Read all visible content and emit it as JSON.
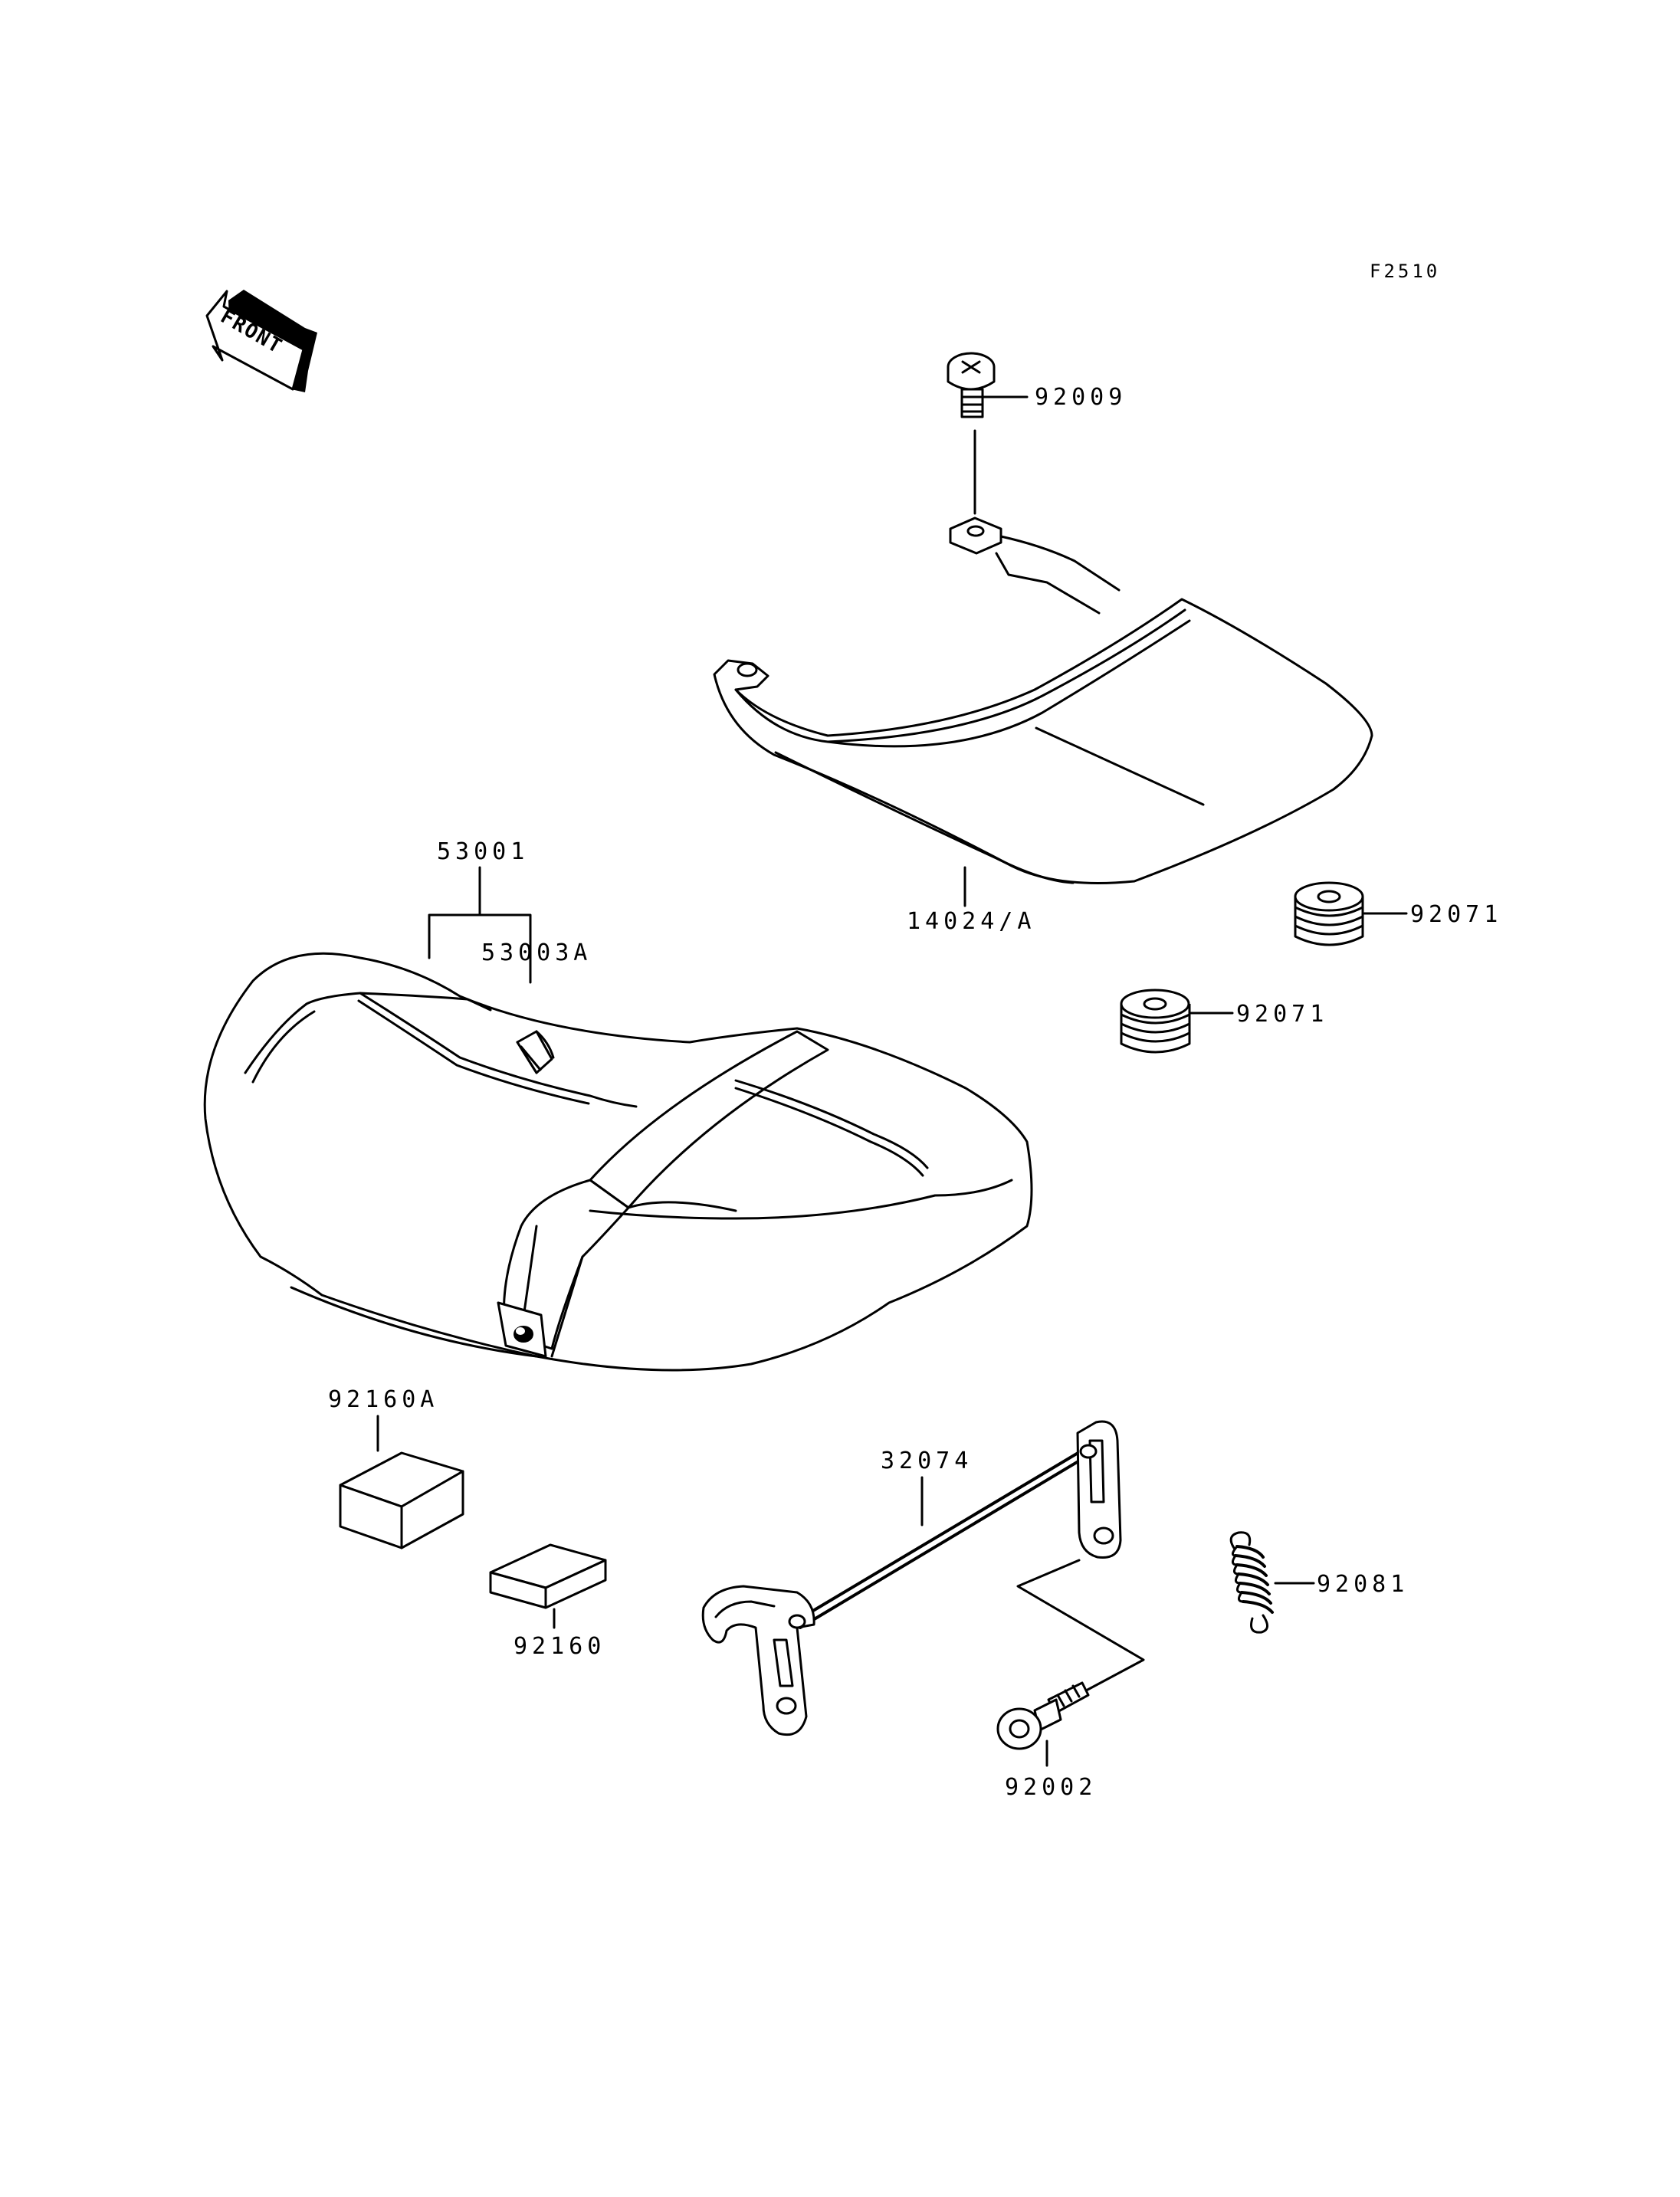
{
  "figure_code": "F2510",
  "front_arrow_text": "FRONT",
  "labels": {
    "p92009": "92009",
    "p14024": "14024/A",
    "p53001": "53001",
    "p53003": "53003A",
    "p92071a": "92071",
    "p92071b": "92071",
    "p92160a": "92160A",
    "p92160": "92160",
    "p32074": "32074",
    "p92081": "92081",
    "p92002": "92002"
  }
}
